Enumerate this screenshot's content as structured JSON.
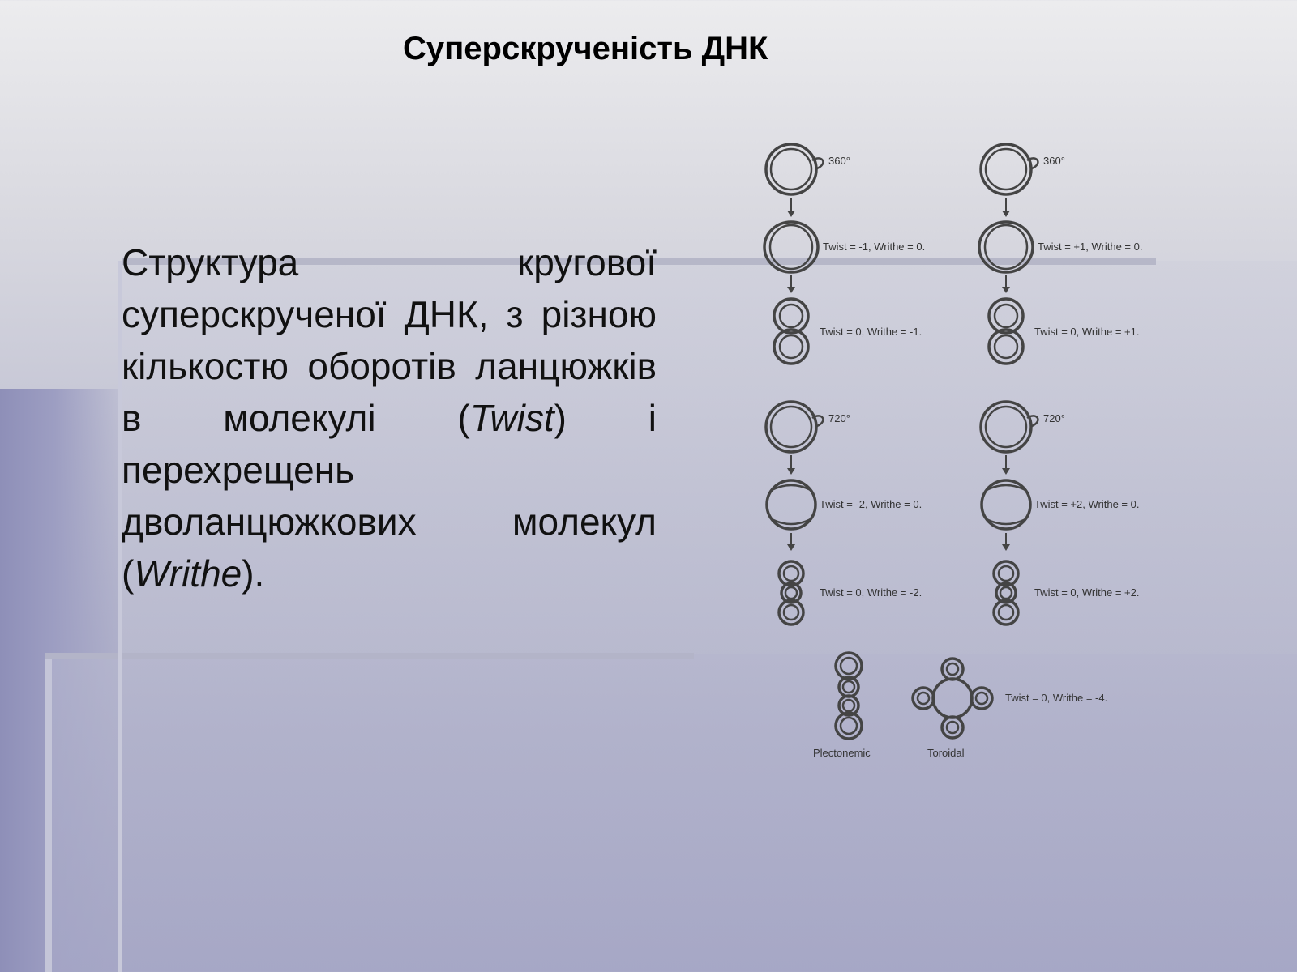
{
  "slide": {
    "title": "Суперскрученість ДНК",
    "text": {
      "part1": "Структура кругової суперскрученої ДНК, з різною кількостю оборотів ланцюжків в молекулі (",
      "twist_term": "Twist",
      "part2": ") і перехрещень дволанцюжкових молекул (",
      "writhe_term": "Writhe",
      "part3": ")."
    }
  },
  "diagram": {
    "angle_360": "360°",
    "angle_720": "720°",
    "labels": {
      "l_360_twist": "Twist = -1, Writhe = 0.",
      "l_360_writhe": "Twist = 0, Writhe = -1.",
      "r_360_twist": "Twist = +1, Writhe = 0.",
      "r_360_writhe": "Twist = 0, Writhe = +1.",
      "l_720_twist": "Twist = -2, Writhe = 0.",
      "l_720_writhe": "Twist = 0, Writhe = -2.",
      "r_720_twist": "Twist = +2, Writhe = 0.",
      "r_720_writhe": "Twist = 0, Writhe = +2.",
      "bottom": "Twist = 0, Writhe = -4."
    },
    "plectonemic": "Plectonemic",
    "toroidal": "Toroidal"
  },
  "colors": {
    "diagram_stroke": "#444444",
    "diagram_text": "#333333"
  }
}
